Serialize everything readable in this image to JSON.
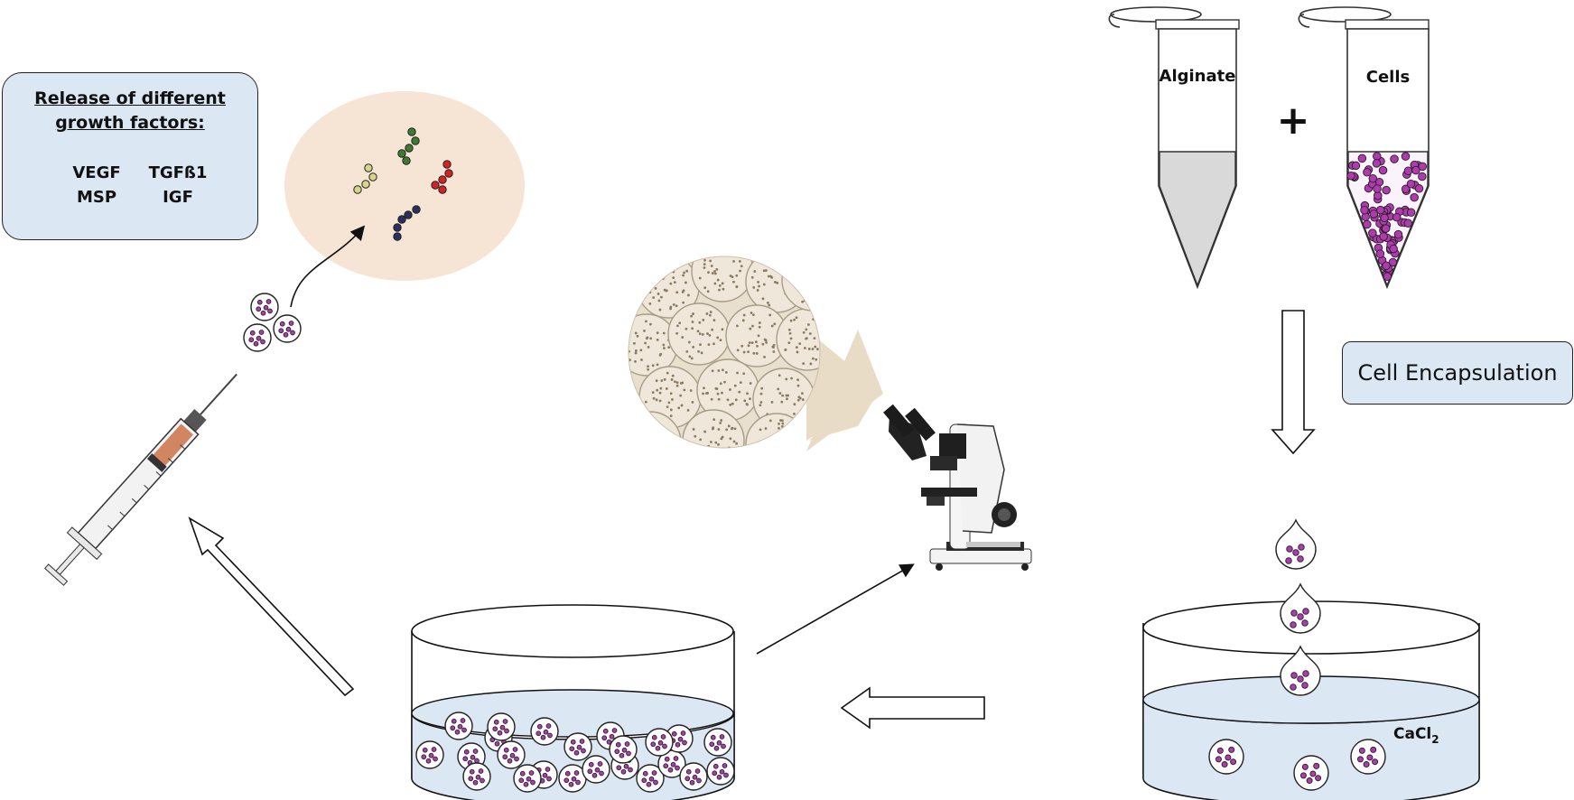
{
  "release_box": {
    "title": "Release of different growth factors:",
    "factors": [
      "VEGF",
      "TGFß1",
      "MSP",
      "IGF"
    ]
  },
  "tubes": {
    "left_label": "Alginate",
    "right_label": "Cells",
    "plus": "+"
  },
  "encapsulation_box": {
    "label": "Cell Encapsulation"
  },
  "bath": {
    "label": "CaCl",
    "label_sub": "2"
  },
  "colors": {
    "box_fill": "#dce7f4",
    "liquid": "#dce7f4",
    "cell_purple": "#b23ab0",
    "zoom_circle": "#f6e4d4",
    "micro_view": "#e9dcc6",
    "gf_yellow": "#d7d58a",
    "gf_green": "#3f7a2e",
    "gf_red": "#d42121",
    "gf_navy": "#2a2f5e"
  }
}
